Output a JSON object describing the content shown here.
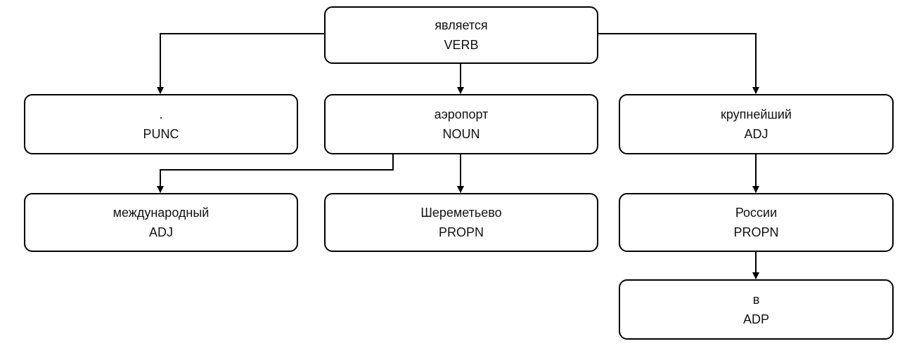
{
  "diagram": {
    "type": "dependency-tree",
    "nodes": [
      {
        "id": "root",
        "word": "является",
        "tag": "VERB"
      },
      {
        "id": "punc",
        "word": ".",
        "tag": "PUNC"
      },
      {
        "id": "noun",
        "word": "аэропорт",
        "tag": "NOUN"
      },
      {
        "id": "adj1",
        "word": "крупнейший",
        "tag": "ADJ"
      },
      {
        "id": "adj2",
        "word": "международный",
        "tag": "ADJ"
      },
      {
        "id": "propn1",
        "word": "Шереметьево",
        "tag": "PROPN"
      },
      {
        "id": "propn2",
        "word": "России",
        "tag": "PROPN"
      },
      {
        "id": "adp",
        "word": "в",
        "tag": "ADP"
      }
    ],
    "edges": [
      {
        "from": "root",
        "to": "punc"
      },
      {
        "from": "root",
        "to": "noun"
      },
      {
        "from": "root",
        "to": "adj1"
      },
      {
        "from": "noun",
        "to": "adj2"
      },
      {
        "from": "noun",
        "to": "propn1"
      },
      {
        "from": "adj1",
        "to": "propn2"
      },
      {
        "from": "propn2",
        "to": "adp"
      }
    ],
    "colors": {
      "stroke": "#000000",
      "fill": "#ffffff",
      "text": "#111111"
    }
  }
}
